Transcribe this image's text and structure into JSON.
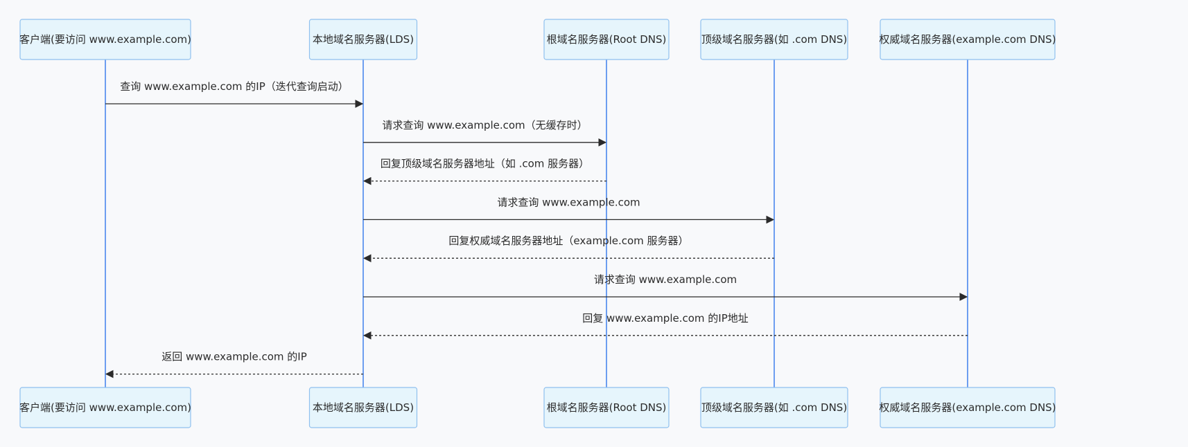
{
  "actors": [
    {
      "id": "client",
      "label": "客户端(要访问 www.example.com)"
    },
    {
      "id": "lds",
      "label": "本地域名服务器(LDS)"
    },
    {
      "id": "root",
      "label": "根域名服务器(Root DNS)"
    },
    {
      "id": "tld",
      "label": "顶级域名服务器(如 .com DNS)"
    },
    {
      "id": "auth",
      "label": "权威域名服务器(example.com DNS)"
    }
  ],
  "messages": [
    {
      "from": "client",
      "to": "lds",
      "style": "solid",
      "label": "查询 www.example.com 的IP（迭代查询启动）"
    },
    {
      "from": "lds",
      "to": "root",
      "style": "solid",
      "label": "请求查询 www.example.com（无缓存时）"
    },
    {
      "from": "root",
      "to": "lds",
      "style": "dashed",
      "label": "回复顶级域名服务器地址（如 .com 服务器）"
    },
    {
      "from": "lds",
      "to": "tld",
      "style": "solid",
      "label": "请求查询 www.example.com"
    },
    {
      "from": "tld",
      "to": "lds",
      "style": "dashed",
      "label": "回复权威域名服务器地址（example.com 服务器）"
    },
    {
      "from": "lds",
      "to": "auth",
      "style": "solid",
      "label": "请求查询 www.example.com"
    },
    {
      "from": "auth",
      "to": "lds",
      "style": "dashed",
      "label": "回复 www.example.com 的IP地址"
    },
    {
      "from": "lds",
      "to": "client",
      "style": "dashed",
      "label": "返回 www.example.com 的IP"
    }
  ],
  "colors": {
    "background": "#f8f9fb",
    "actor_fill": "#e6f5fc",
    "actor_border": "#8fc0ee",
    "lifeline": "#6d9ef0",
    "message": "#2b2b2b"
  }
}
